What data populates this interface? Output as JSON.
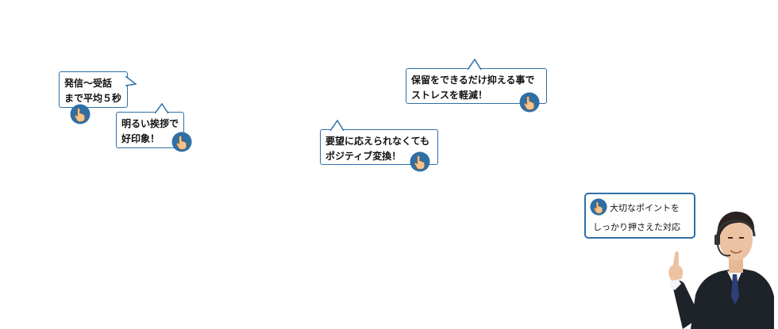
{
  "bubbles": {
    "b1": {
      "line1": "発信～受話",
      "line2": "まで平均５秒"
    },
    "b2": {
      "line1": "明るい挨拶で",
      "line2": "好印象！"
    },
    "b3": {
      "line1": "保留をできるだけ抑える事で",
      "line2": "ストレスを軽減！"
    },
    "b4": {
      "line1": "要望に応えられなくても",
      "line2": "ポジティブ変換！"
    }
  },
  "info": {
    "line1": "大切なポイントを",
    "line2": "しっかり押さえた対応"
  },
  "colors": {
    "border": "#2f6fa6",
    "hand_circle": "#2f6fa6",
    "hand_skin": "#f3c48c",
    "suit": "#1e2229"
  },
  "icons": [
    "pointing-hand-icon"
  ]
}
